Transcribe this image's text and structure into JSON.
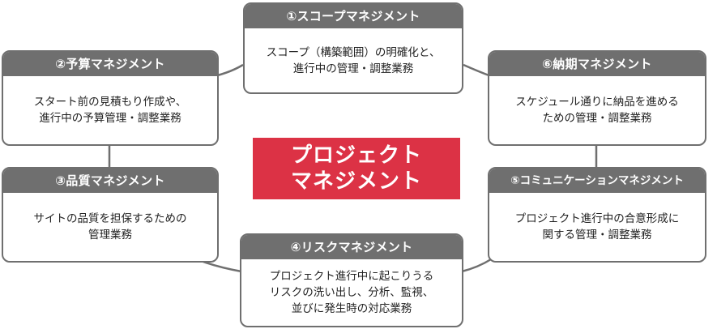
{
  "center": {
    "title": "プロジェクト\nマネジメント"
  },
  "cards": {
    "scope": {
      "title": "①スコープマネジメント",
      "body": "スコープ（構築範囲）の明確化と、\n進行中の管理・調整業務"
    },
    "budget": {
      "title": "②予算マネジメント",
      "body": "スタート前の見積もり作成や、\n進行中の予算管理・調整業務"
    },
    "quality": {
      "title": "③品質マネジメント",
      "body": "サイトの品質を担保するための\n管理業務"
    },
    "risk": {
      "title": "④リスクマネジメント",
      "body": "プロジェクト進行中に起こりうる\nリスクの洗い出し、分析、監視、\n並びに発生時の対応業務"
    },
    "communication": {
      "title": "⑤コミュニケーションマネジメント",
      "body": "プロジェクト進行中の合意形成に\n関する管理・調整業務"
    },
    "delivery": {
      "title": "⑥納期マネジメント",
      "body": "スケジュール通りに納品を進める\nための管理・調整業務"
    }
  },
  "colors": {
    "header_gray": "#6f6f6f",
    "center_red": "#dc3245",
    "ring_gray": "#6f6f6f"
  }
}
